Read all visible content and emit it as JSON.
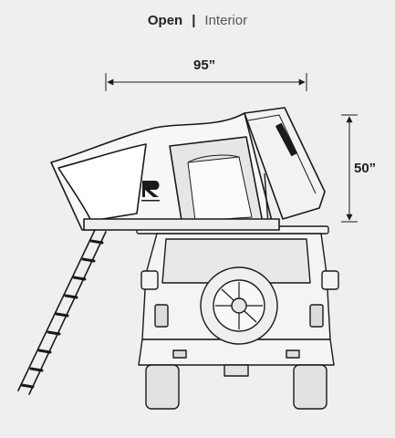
{
  "header": {
    "primary": "Open",
    "separator": "|",
    "secondary": "Interior"
  },
  "dimensions": {
    "width": "95”",
    "height": "50”"
  },
  "colors": {
    "background": "#efefef",
    "line": "#1a1a1a",
    "fabric": "#f7f7f7"
  }
}
